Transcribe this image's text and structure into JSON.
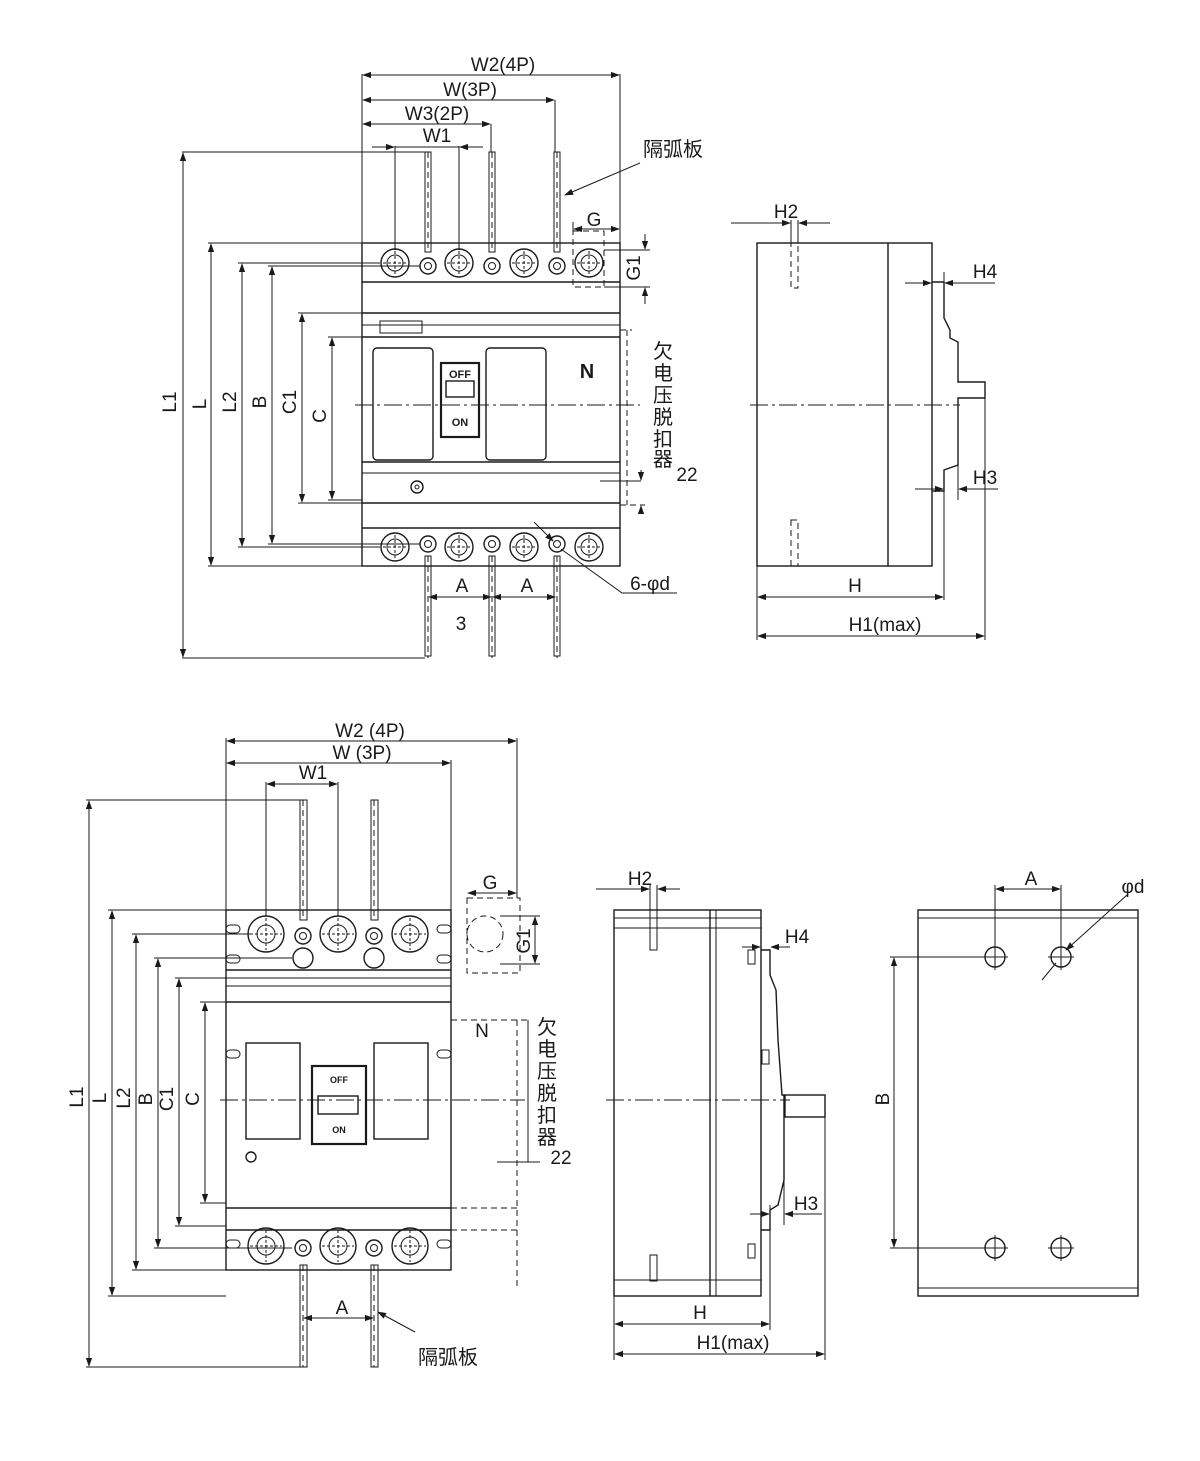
{
  "labels": {
    "w2_4p": "W2(4P)",
    "w_3p": "W(3P)",
    "w3_2p": "W3(2P)",
    "w1": "W1",
    "arc_plate": "隔弧板",
    "g": "G",
    "g1": "G1",
    "h2": "H2",
    "h4": "H4",
    "h3": "H3",
    "h": "H",
    "h1max": "H1(max)",
    "l1": "L1",
    "l": "L",
    "l2": "L2",
    "b": "B",
    "c1": "C1",
    "c": "C",
    "a": "A",
    "three": "3",
    "holes": "6-φd",
    "phi_d": "φd",
    "n": "N",
    "off": "OFF",
    "on": "ON",
    "uv_release": [
      "欠",
      "电",
      "压",
      "脱",
      "扣",
      "器"
    ],
    "twenty_two": "22",
    "w2_4p_b": "W2 (4P)",
    "w_3p_b": "W (3P)"
  }
}
